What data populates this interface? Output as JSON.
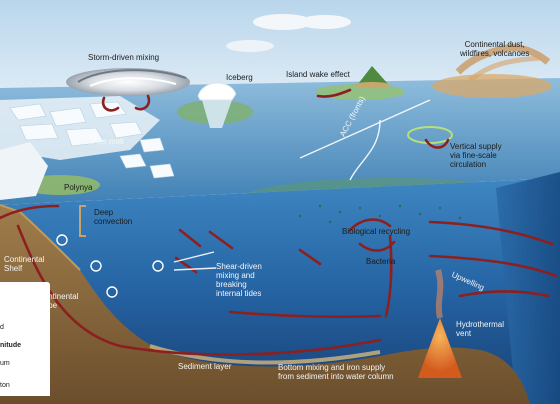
{
  "labels": {
    "storm": "Storm-driven mixing",
    "iceberg": "Iceberg",
    "island": "Island wake effect",
    "dust": "Continental dust,\nwildfires, volcanoes",
    "seaice": "Sea ice melt",
    "acc": "ACC (fronts)",
    "vertical": "Vertical supply\nvia fine-scale\ncirculation",
    "polynya": "Polynya",
    "deep": "Deep\nconvection",
    "bio": "Biological recycling",
    "bacteria": "Bacteria",
    "upwelling": "Upwelling",
    "shelf": "Continental\nShelf",
    "slope": "Continental\nslope",
    "shear": "Shear-driven\nmixing and\nbreaking\ninternal tides",
    "hydro": "Hydrothermal\nvent",
    "sediment": "Sediment layer",
    "bottom": "Bottom mixing and iron supply\nfrom sediment into water column"
  },
  "legend": [
    {
      "text": "d",
      "bold": false
    },
    {
      "text": "nitude",
      "bold": true
    },
    {
      "text": "um",
      "bold": false
    },
    {
      "text": "ton",
      "bold": false
    }
  ],
  "colors": {
    "sky": "#cfe3f1",
    "ocean_surface": "#6fa6c9",
    "deep_water": "#1f5a96",
    "seafloor": "#8a6a3e",
    "arrow": "#8e1f1f"
  }
}
